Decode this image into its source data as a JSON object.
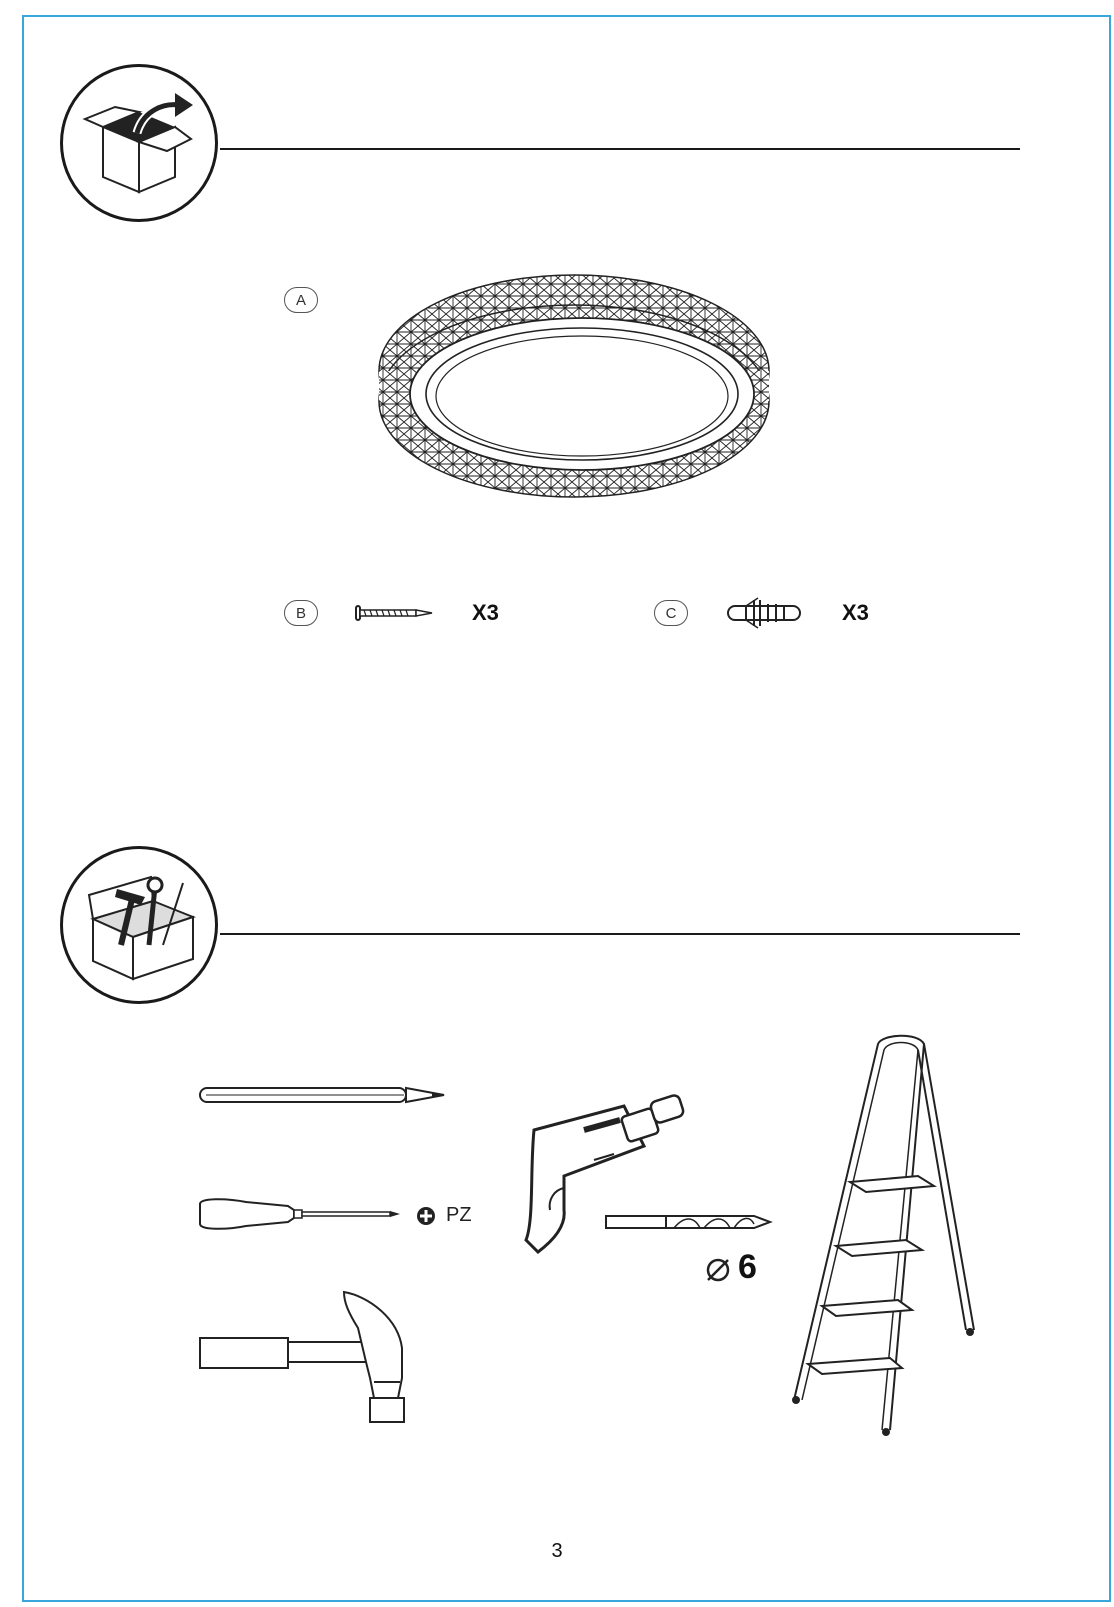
{
  "sections": {
    "contents": {
      "icon": "unpack-box-icon"
    },
    "tools": {
      "icon": "toolbox-icon"
    }
  },
  "parts": {
    "a": {
      "label": "A"
    },
    "b": {
      "label": "B",
      "qty": "X3"
    },
    "c": {
      "label": "C",
      "qty": "X3"
    }
  },
  "tools": {
    "screwdriver_type": "PZ",
    "drill_bit_size": "6"
  },
  "page_number": "3",
  "colors": {
    "frame": "#3aa7dc",
    "ink": "#1a1a1a"
  }
}
